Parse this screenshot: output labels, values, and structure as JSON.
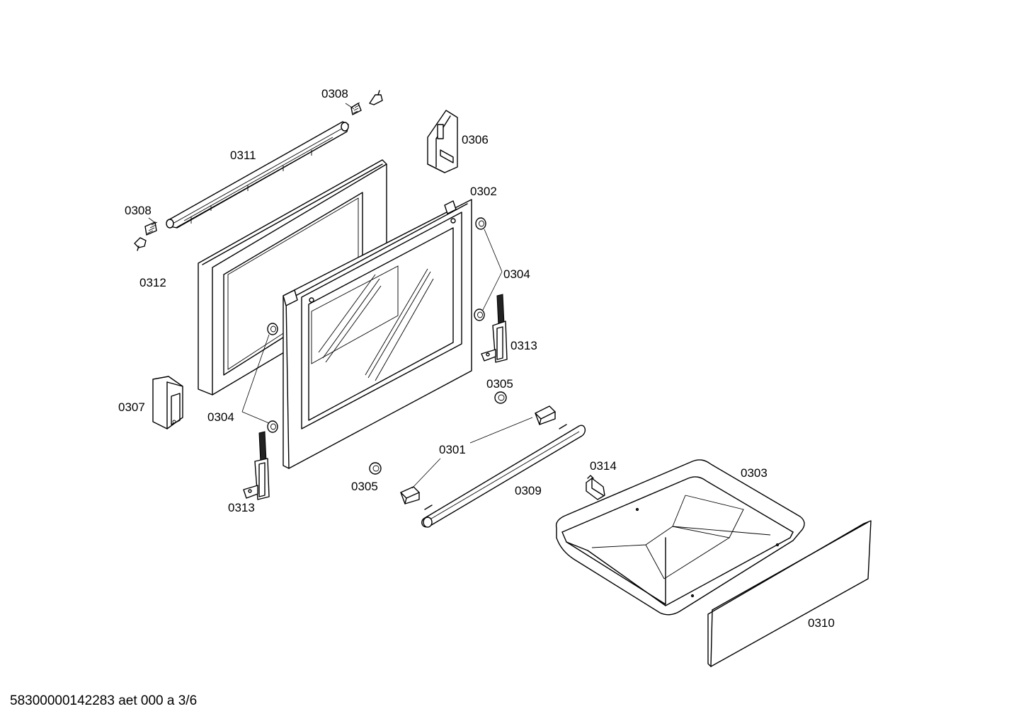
{
  "diagram": {
    "labels": {
      "l0308a": "0308",
      "l0306": "0306",
      "l0311": "0311",
      "l0308b": "0308",
      "l0302": "0302",
      "l0312": "0312",
      "l0304a": "0304",
      "l0313a": "0313",
      "l0305a": "0305",
      "l0307": "0307",
      "l0304b": "0304",
      "l0301": "0301",
      "l0314": "0314",
      "l0303": "0303",
      "l0305b": "0305",
      "l0309": "0309",
      "l0313b": "0313",
      "l0310": "0310"
    }
  },
  "footer": {
    "text": "58300000142283 aet 000 a 3/6"
  }
}
